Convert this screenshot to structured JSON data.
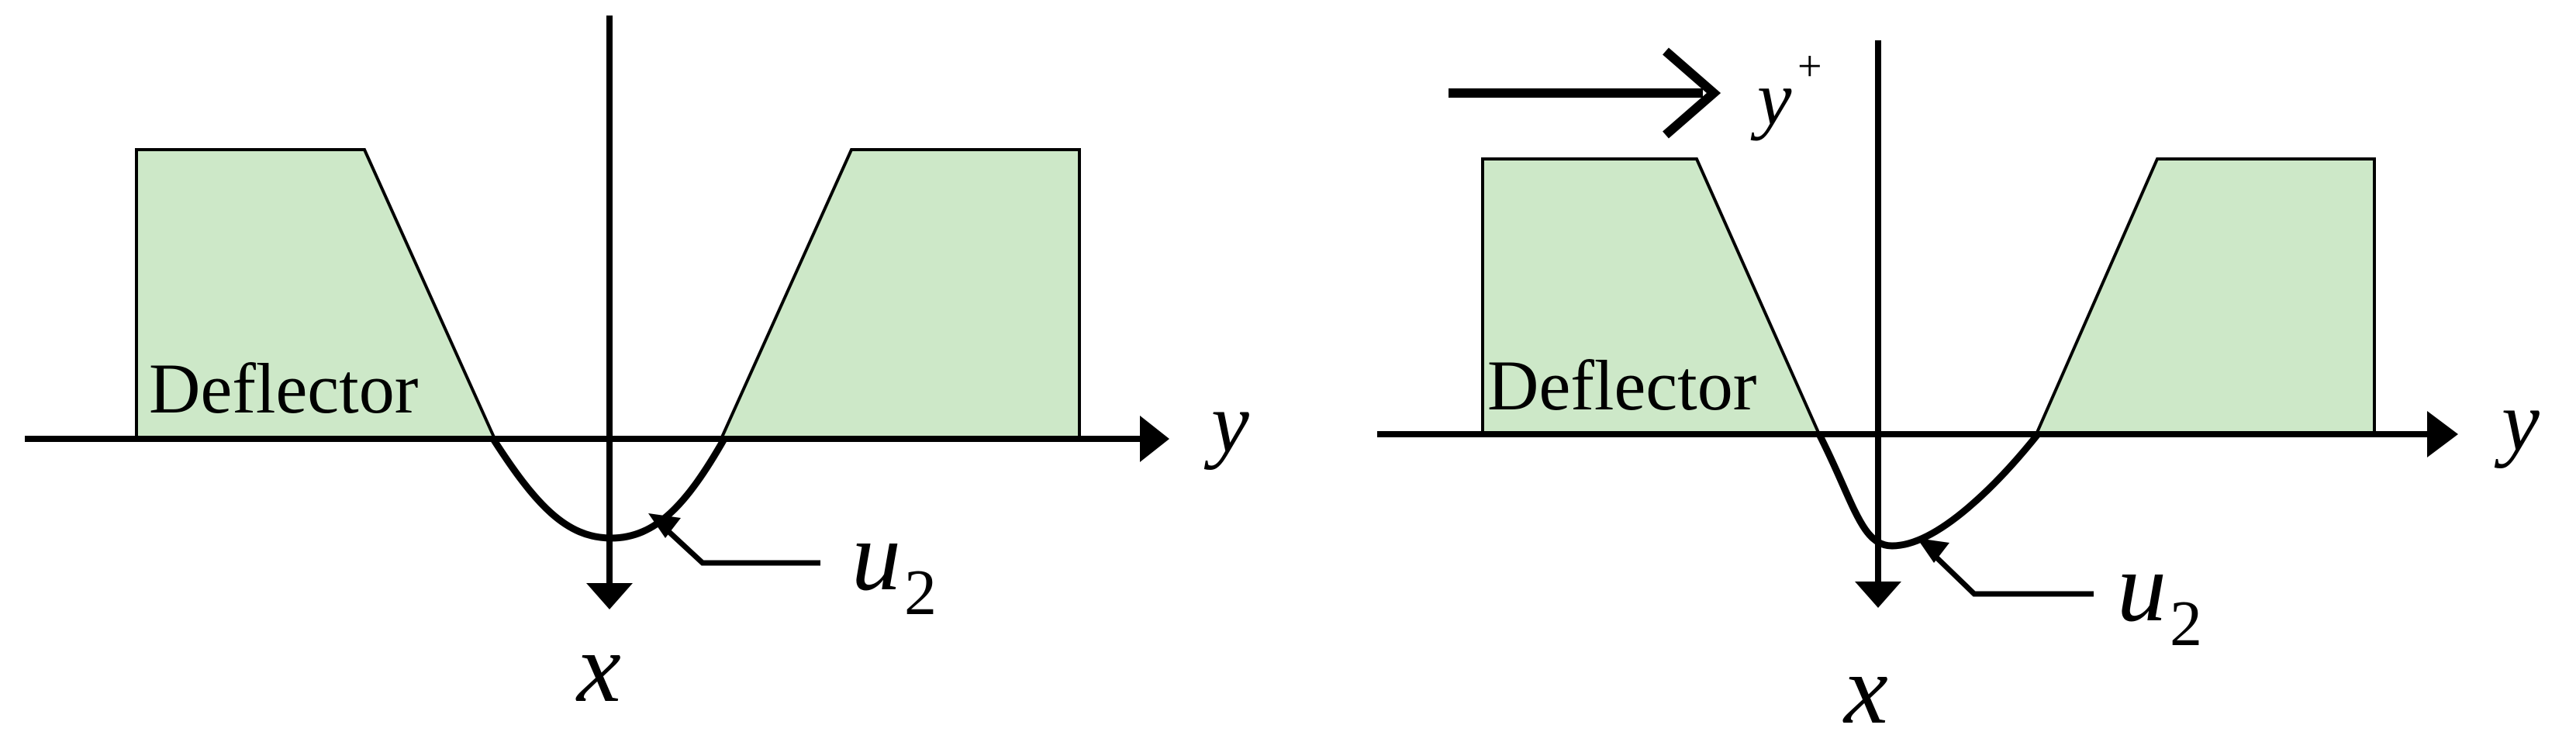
{
  "colors": {
    "deflector_fill": "#cde8c8",
    "stroke": "#000000",
    "background": "#ffffff"
  },
  "panels": [
    {
      "id": "left",
      "deflector_label": "Deflector",
      "y_axis_label": "y",
      "x_axis_label": "x",
      "curve_label_main": "u",
      "curve_label_sub": "2"
    },
    {
      "id": "right",
      "deflector_label": "Deflector",
      "y_axis_label": "y",
      "x_axis_label": "x",
      "curve_label_main": "u",
      "curve_label_sub": "2",
      "direction_label_main": "y",
      "direction_label_sup": "+"
    }
  ]
}
